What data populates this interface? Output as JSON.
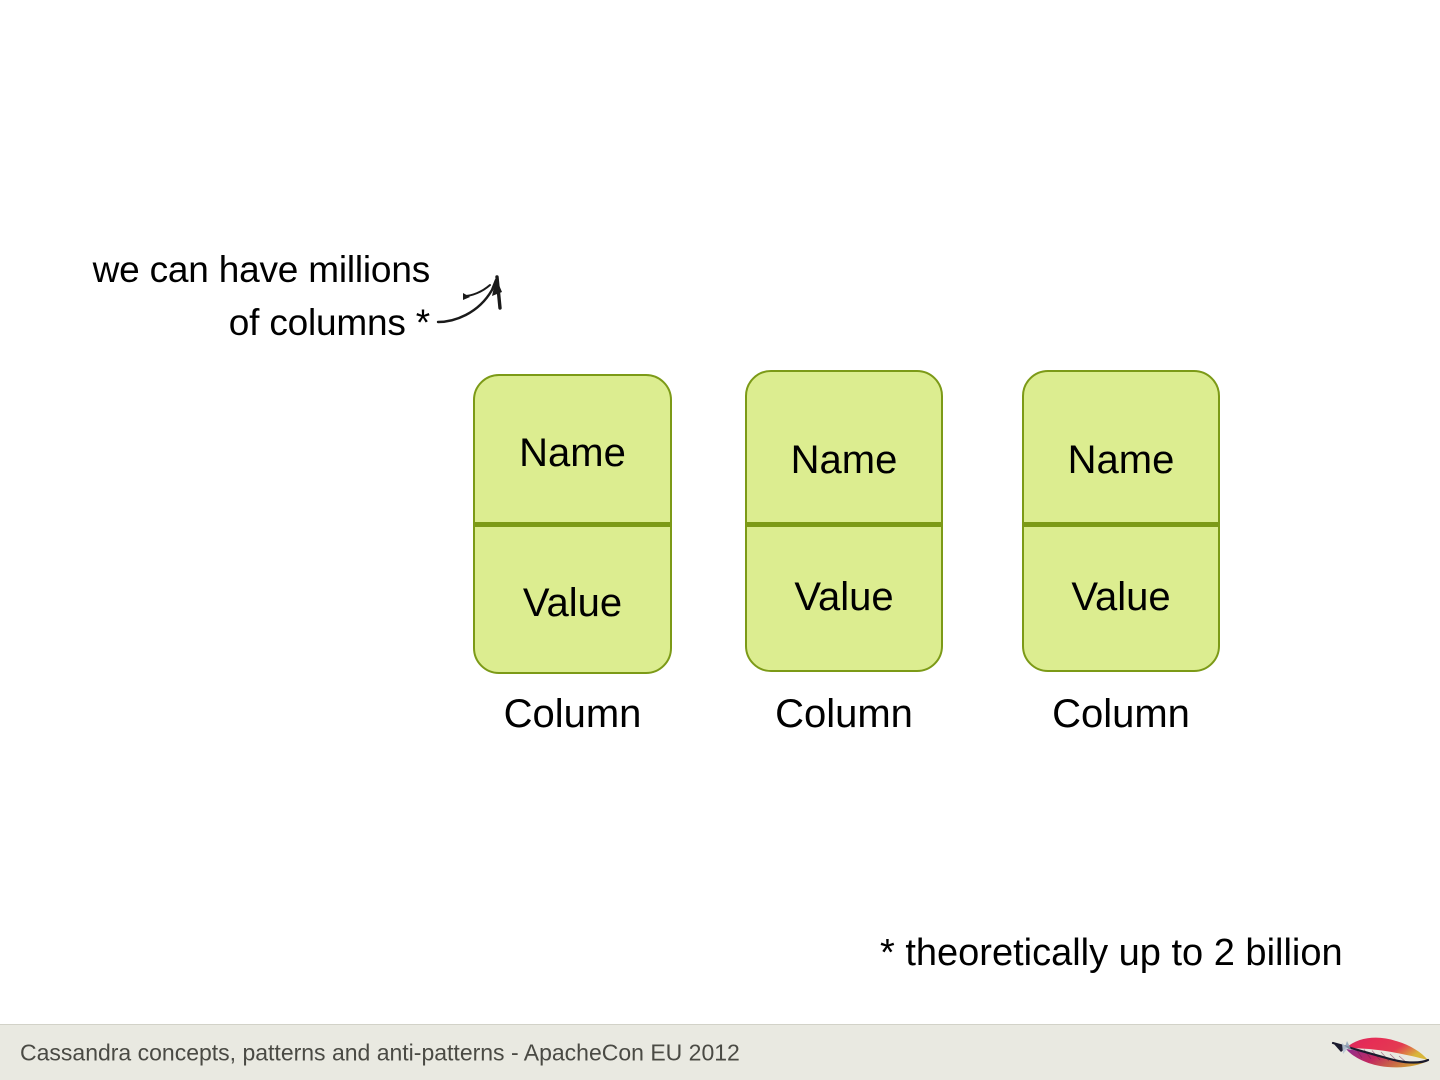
{
  "slide": {
    "annotation": "we can have millions\nof columns *",
    "doodle_icon": "curved-arrow-up-right-icon",
    "footnote": "* theoretically up to 2 billion",
    "columns": [
      {
        "name_label": "Name",
        "value_label": "Value",
        "caption": "Column"
      },
      {
        "name_label": "Name",
        "value_label": "Value",
        "caption": "Column"
      },
      {
        "name_label": "Name",
        "value_label": "Value",
        "caption": "Column"
      }
    ]
  },
  "footer": {
    "text": "Cassandra concepts, patterns and anti-patterns - ApacheCon EU 2012",
    "logo_icon": "apache-feather-logo"
  },
  "colors": {
    "box_fill": "#dced90",
    "box_border": "#7c9a17",
    "divider": "#7c9a17",
    "footer_background": "#e9e9e1",
    "footer_text": "#4a4a44",
    "text": "#000000",
    "slide_background": "#ffffff"
  }
}
